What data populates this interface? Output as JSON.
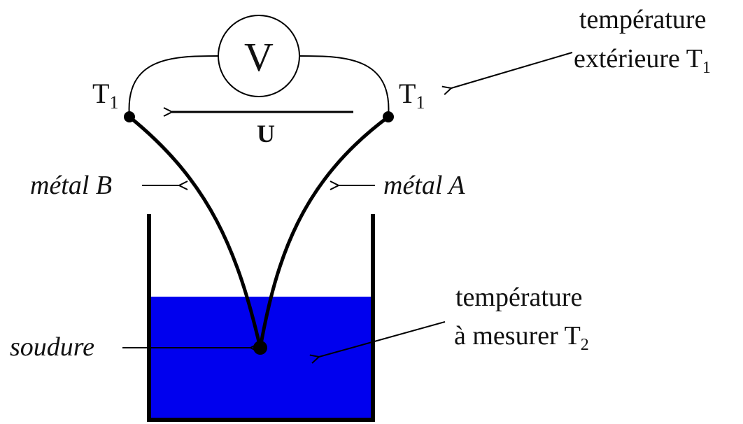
{
  "labels": {
    "voltmeter": "V",
    "t1_left": "T",
    "t1_left_sub": "1",
    "t1_right": "T",
    "t1_right_sub": "1",
    "voltage": "U",
    "metal_b": "métal B",
    "metal_a": "métal A",
    "soudure": "soudure",
    "ext_temp_line1": "température",
    "ext_temp_line2": "extérieure T",
    "ext_temp_sub": "1",
    "meas_temp_line1": "température",
    "meas_temp_line2": "à mesurer T",
    "meas_temp_sub": "2"
  },
  "colors": {
    "liquid": "#0000ee",
    "ink": "#000000"
  }
}
